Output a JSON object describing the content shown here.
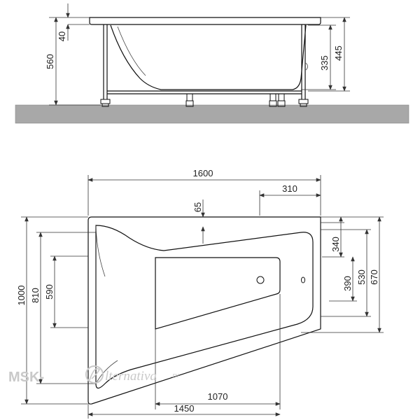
{
  "side_view": {
    "dims": {
      "total_height": "560",
      "rim_thickness": "40",
      "inner_depth": "335",
      "outer_depth": "445"
    },
    "floor_color": "#a8a8a8"
  },
  "top_view": {
    "dims": {
      "overall_length": "1600",
      "corner_offset": "310",
      "rim_width": "65",
      "overall_width": "1000",
      "width_810": "810",
      "width_590": "590",
      "right_340": "340",
      "right_390": "390",
      "right_530": "530",
      "right_670": "670",
      "bottom_1070": "1070",
      "bottom_1450": "1450"
    }
  },
  "watermark": {
    "brand_left": "MSK-",
    "brand_right": "lternativa",
    "suffix": ".ru"
  }
}
